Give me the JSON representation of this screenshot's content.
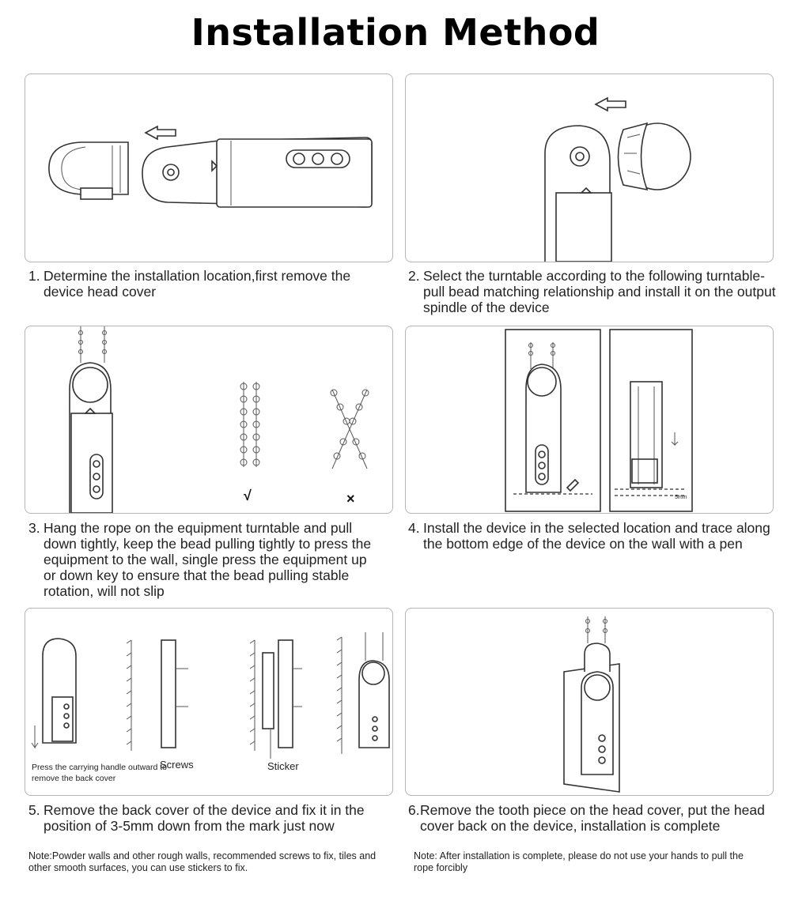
{
  "title": "Installation Method",
  "steps": [
    {
      "num": "1.",
      "text": "Determine the installation location,first remove the device head cover"
    },
    {
      "num": "2.",
      "text": "Select the turntable according to the following turntable-pull bead matching relationship and install it on the output spindle of the device"
    },
    {
      "num": "3.",
      "text": "Hang the rope on the equipment turntable and pull down tightly, keep the bead pulling tightly to press the equipment to the wall, single press the equipment up or down key to ensure that the bead pulling stable rotation, will not slip"
    },
    {
      "num": "4.",
      "text": "Install the device in the selected location and trace along the bottom edge of the device on the wall with a pen"
    },
    {
      "num": "5.",
      "text": "Remove the back cover of the device and fix it in the position of 3-5mm down from the mark just now"
    },
    {
      "num": "6.",
      "text": "Remove the tooth piece on the head cover, put the head cover back on the device, installation is complete"
    }
  ],
  "panel3": {
    "correct_mark": "√",
    "wrong_mark": "×"
  },
  "panel4": {
    "distance_label": "5mm"
  },
  "panel5": {
    "caption": "Press the carrying handle outward to remove the back cover",
    "screws_label": "Screws",
    "sticker_label": "Sticker"
  },
  "notes": [
    "Note:Powder walls and other rough walls, recommended screws to fix, tiles and other smooth surfaces, you can use stickers to fix.",
    "Note: After installation is complete, please do not use your hands to pull the rope forcibly"
  ]
}
